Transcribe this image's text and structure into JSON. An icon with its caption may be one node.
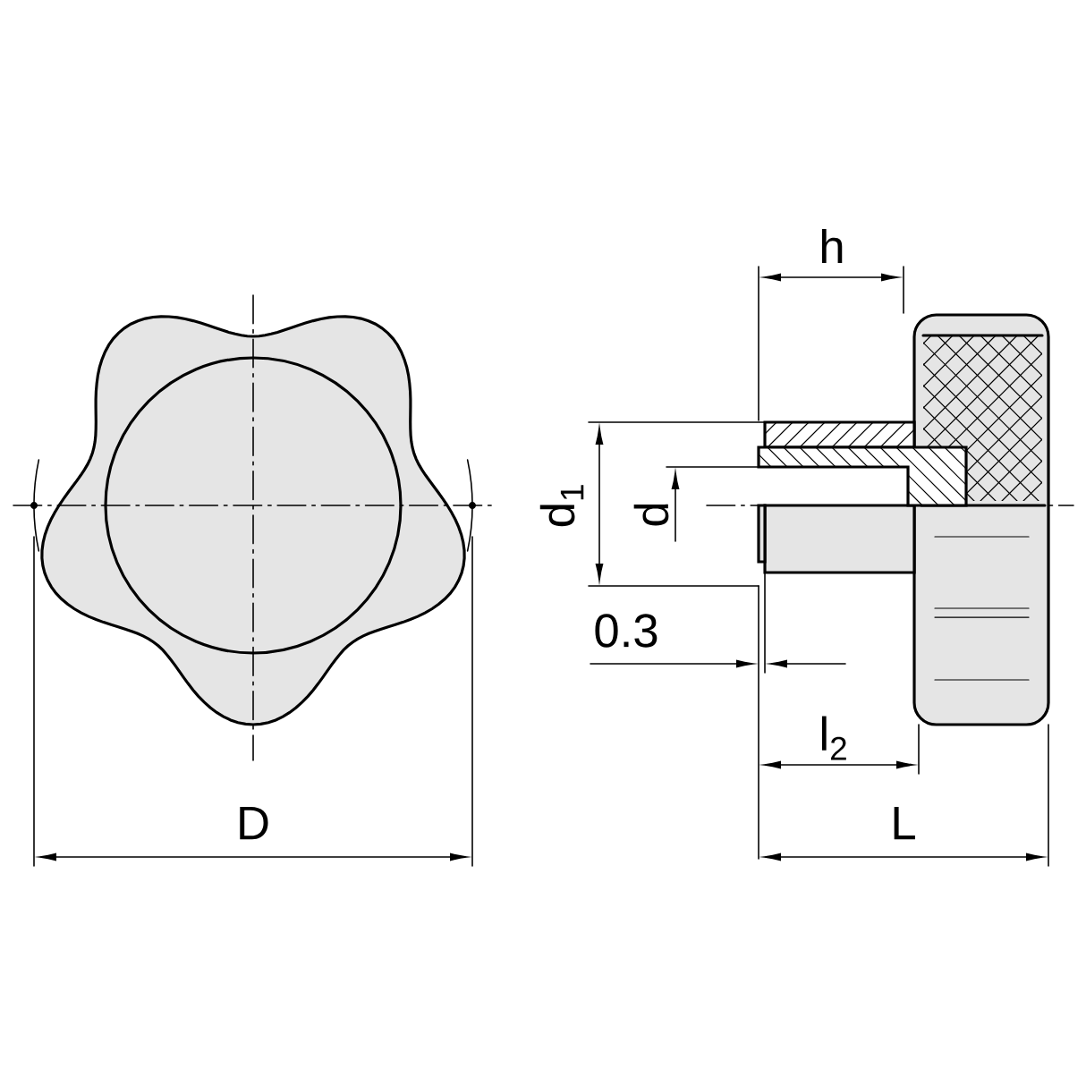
{
  "diagram": {
    "labels": [
      "h",
      "d$_{1}$",
      "d",
      "0.3",
      "l$_{2}$",
      "D",
      "L"
    ]
  }
}
